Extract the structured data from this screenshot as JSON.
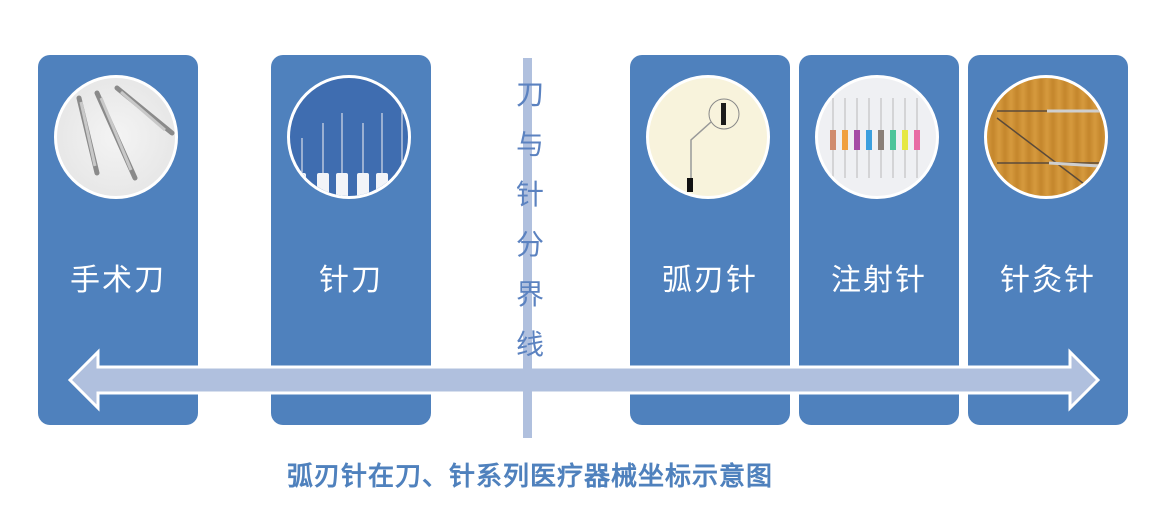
{
  "colors": {
    "card": "#4f81bd",
    "arrow_fill": "#b0c0de",
    "arrow_stroke": "#ffffff",
    "divider": "#b0c0de",
    "divider_text": "#5b82c0",
    "caption": "#4f81bd"
  },
  "cards": [
    {
      "label": "手术刀",
      "image": "scalpel-photo"
    },
    {
      "label": "针刀",
      "image": "needle-knife-photo"
    },
    {
      "label": "弧刃针",
      "image": "arc-blade-needle-photo"
    },
    {
      "label": "注射针",
      "image": "injection-needle-photo"
    },
    {
      "label": "针灸针",
      "image": "acupuncture-needle-photo"
    }
  ],
  "divider": {
    "chars": [
      "刀",
      "与",
      "针",
      "分",
      "界",
      "线"
    ]
  },
  "axis": {
    "direction": "bidirectional"
  },
  "caption": "弧刃针在刀、针系列医疗器械坐标示意图"
}
